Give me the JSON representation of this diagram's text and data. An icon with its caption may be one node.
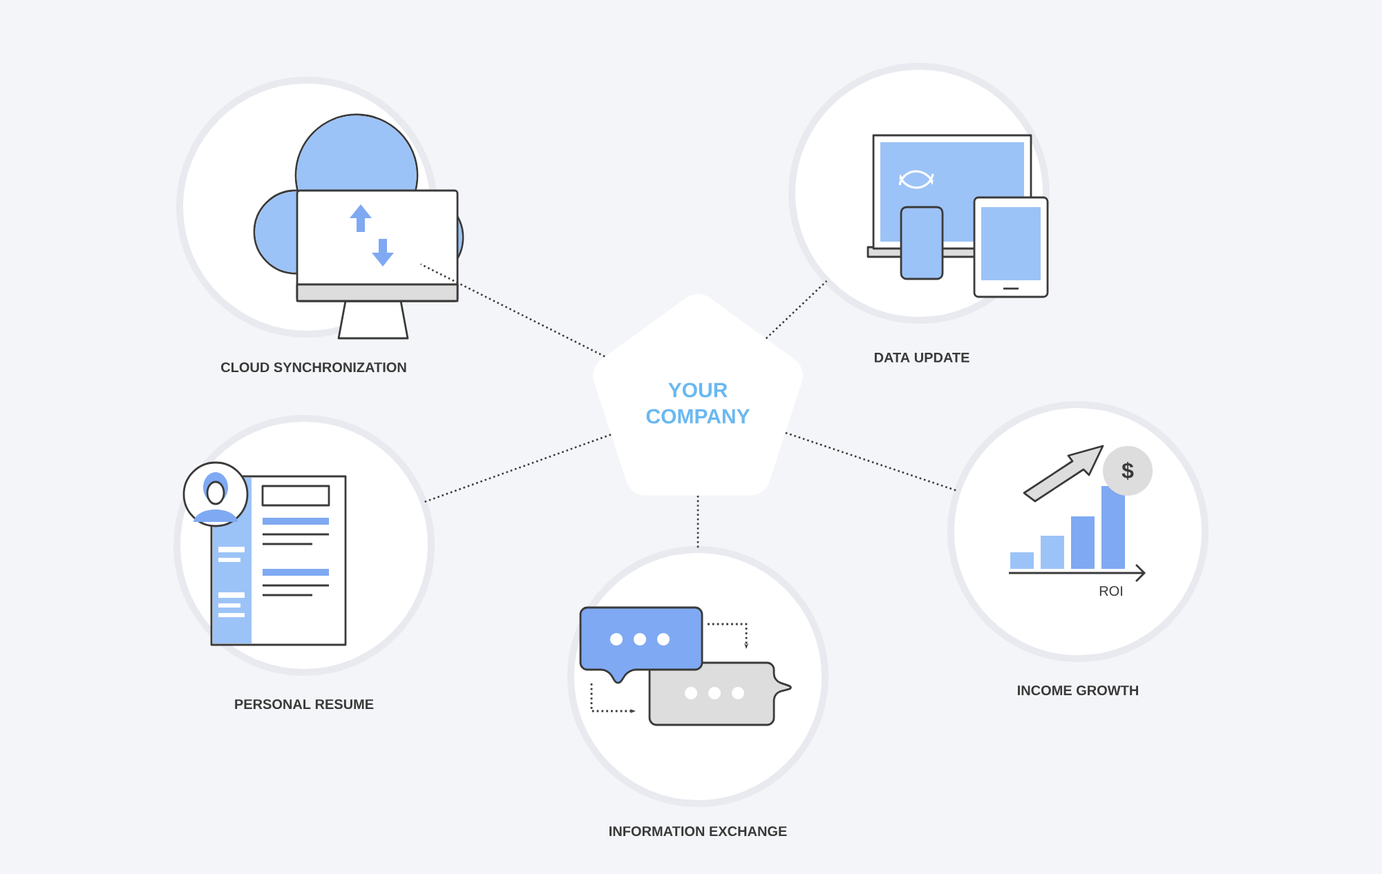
{
  "diagram": {
    "nodes": [
      {
        "text": [
          "CLOUD SYNCHRONIZATION"
        ]
      },
      {
        "text": [
          "DATA UPDATE"
        ]
      },
      {
        "text": [
          "YOUR COMPANY"
        ]
      },
      {
        "text": [
          "PERSONAL RESUME"
        ]
      },
      {
        "text": [
          "INCOME GROWTH"
        ]
      },
      {
        "text": [
          "INFORMATION EXCHANGE"
        ]
      }
    ],
    "edges": [
      {
        "from": 2,
        "to": 0,
        "arrow": "none"
      },
      {
        "from": 2,
        "to": 1,
        "arrow": "none"
      },
      {
        "from": 2,
        "to": 3,
        "arrow": "none"
      },
      {
        "from": 2,
        "to": 4,
        "arrow": "none"
      },
      {
        "from": 2,
        "to": 5,
        "arrow": "none"
      }
    ],
    "labels": [
      "$",
      "ROI"
    ]
  }
}
